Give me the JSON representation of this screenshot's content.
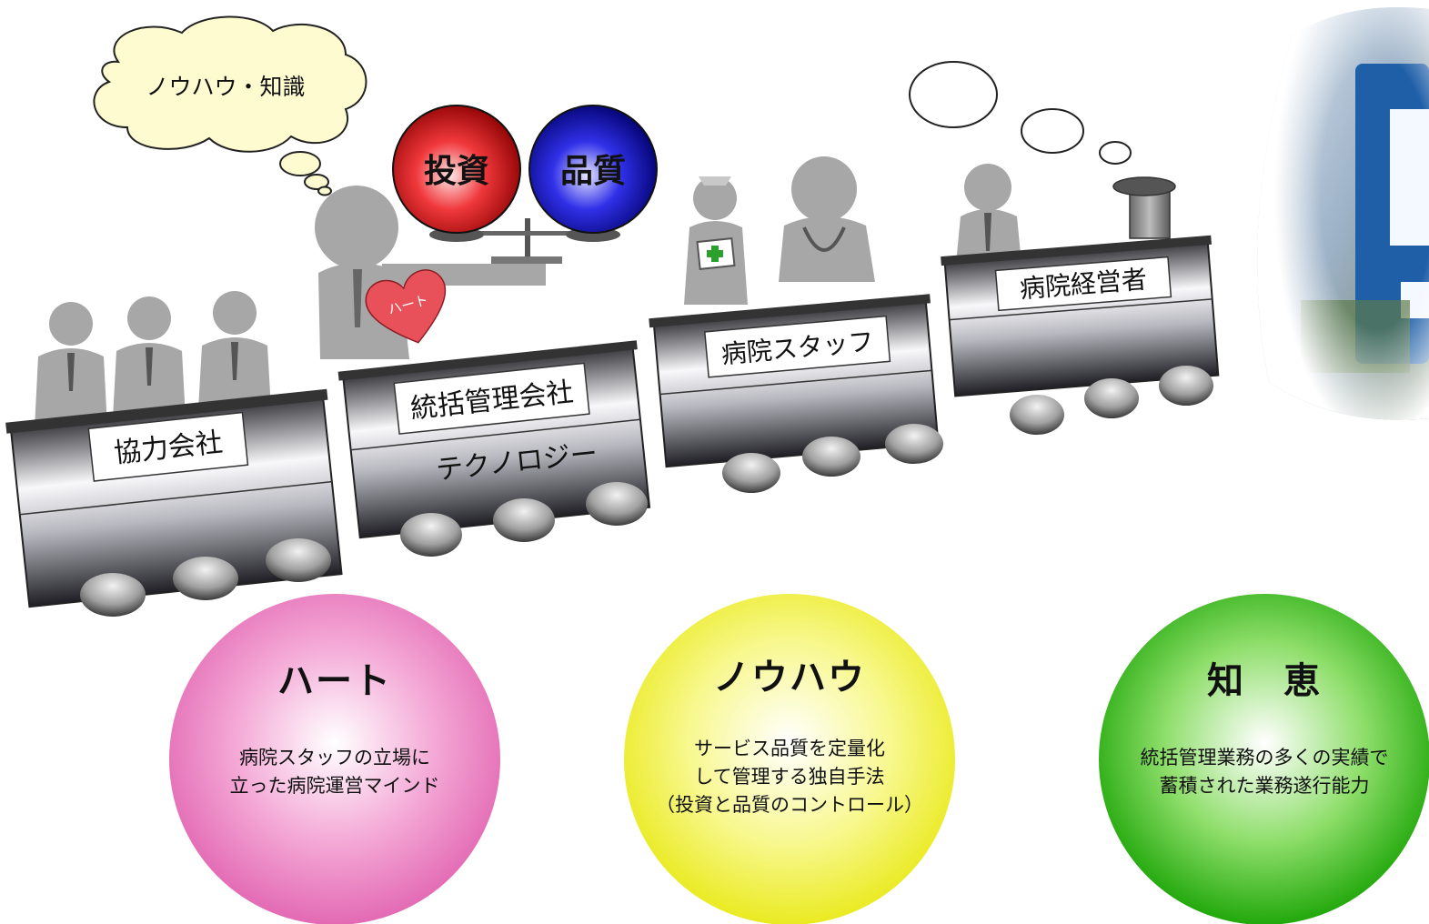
{
  "thought_bubble": {
    "text": "ノウハウ・知識"
  },
  "balance": {
    "left": "投資",
    "right": "品質"
  },
  "heart_tag": {
    "text": "ハート"
  },
  "train": {
    "cars": [
      {
        "label": "協力会社"
      },
      {
        "label": "統括管理会社",
        "sublabel": "テクノロジー"
      },
      {
        "label": "病院スタッフ"
      },
      {
        "label": "病院経営者"
      }
    ]
  },
  "pillars": [
    {
      "title": "ハート",
      "lines": [
        "病院スタッフの立場に",
        "立った病院運営マインド"
      ],
      "color": "#ec7fc0"
    },
    {
      "title": "ノウハウ",
      "lines": [
        "サービス品質を定量化",
        "して管理する独自手法",
        "（投資と品質のコントロール）"
      ],
      "color": "#f0f040"
    },
    {
      "title": "知　恵",
      "lines": [
        "統括管理業務の多くの実績で",
        "蓄積された業務遂行能力"
      ],
      "color": "#38b81e"
    }
  ],
  "colors": {
    "investment": "#e8161c",
    "quality": "#1d1dcc",
    "heart": "#e8505a"
  }
}
